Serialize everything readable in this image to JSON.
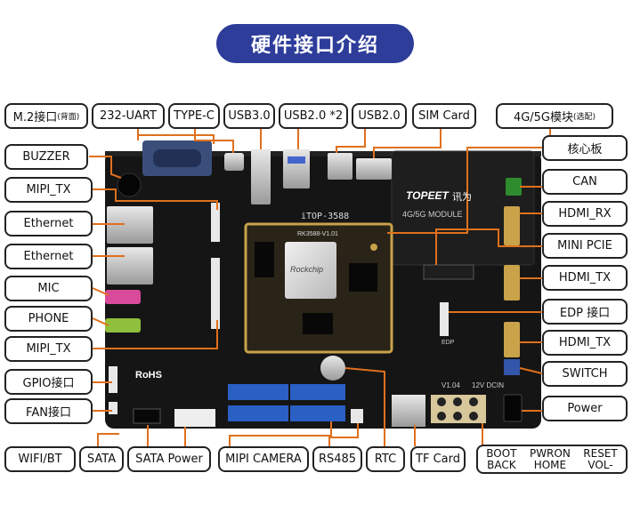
{
  "title": "硬件接口介绍",
  "labels": {
    "m2": "M.2接口",
    "m2_sub": "(背面)",
    "uart": "232-UART",
    "typec": "TYPE-C",
    "usb30": "USB3.0",
    "usb20x2": "USB2.0 *2",
    "usb20": "USB2.0",
    "simcard": "SIM Card",
    "module": "4G/5G模块",
    "module_sub": "(选配)",
    "buzzer": "BUZZER",
    "mipi_tx_top": "MIPI_TX",
    "ethernet1": "Ethernet",
    "ethernet2": "Ethernet",
    "mic": "MIC",
    "phone": "PHONE",
    "mipi_tx_bottom": "MIPI_TX",
    "gpio": "GPIO接口",
    "fan": "FAN接口",
    "core_board": "核心板",
    "can": "CAN",
    "hdmi_rx": "HDMI_RX",
    "mini_pcie": "MINI PCIE",
    "hdmi_tx1": "HDMI_TX",
    "edp": "EDP 接口",
    "hdmi_tx2": "HDMI_TX",
    "switch": "SWITCH",
    "power": "Power",
    "wifi_bt": "WIFI/BT",
    "sata": "SATA",
    "sata_power": "SATA Power",
    "mipi_camera": "MIPI CAMERA",
    "rs485": "RS485",
    "rtc": "RTC",
    "tf_card": "TF Card",
    "boot": "BOOT",
    "back": "BACK",
    "pwron": "PWRON",
    "home": "HOME",
    "reset": "RESET",
    "vol": "VOL-"
  },
  "board_text": {
    "model": "iTOP-3588",
    "brand": "TOPEET",
    "brand_cn": "讯为",
    "module_text": "4G/5G MODULE",
    "chip_mark": "Rockchip",
    "chip_model": "RK3588-V1.01",
    "rohs": "RoHS",
    "version": "V1.04",
    "dcin": "12V DCIN",
    "edp_mark": "EDP"
  },
  "colors": {
    "title_bg": "#2e3d9a",
    "board": "#141414",
    "core_pcb": "#2a2418",
    "gold": "#c9a24a",
    "blue_conn": "#2a5fc4",
    "line": "#e0701c"
  }
}
